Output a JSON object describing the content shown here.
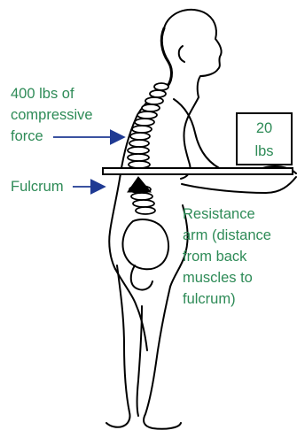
{
  "diagram": {
    "labels": {
      "compressive_line1": "400 lbs of",
      "compressive_line2": "compressive",
      "compressive_line3": "force",
      "fulcrum": "Fulcrum",
      "resistance_line1": "Resistance",
      "resistance_line2": "arm (distance",
      "resistance_line3": "from back",
      "resistance_line4": "muscles to",
      "resistance_line5": "fulcrum)"
    },
    "weight": {
      "value": "20",
      "unit": "lbs"
    },
    "colors": {
      "label_text": "#2e8b57",
      "arrows": "#1f3a93",
      "outline": "#000000"
    }
  }
}
